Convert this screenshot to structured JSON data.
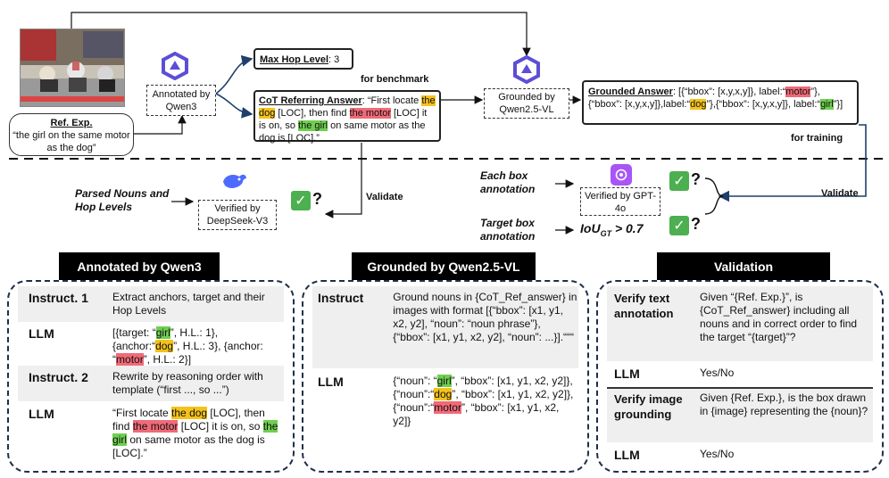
{
  "ref_exp": {
    "label": "Ref. Exp.",
    "text": "“the girl on the same motor as the dog”"
  },
  "annotated_node": {
    "text": "Annotated by Qwen3"
  },
  "max_hop": {
    "label": "Max Hop Level",
    "value": ": 3",
    "note": "for benchmark"
  },
  "cot": {
    "label": "CoT Referring Answer",
    "p1": ": “First locate ",
    "dog": "the dog",
    "p2": " [LOC], then find ",
    "motor": "the motor",
    "p3": " [LOC] it is on, so ",
    "girl": "the girl",
    "p4": " on same motor as the dog is [LOC].”"
  },
  "grounded_node": {
    "text": "Grounded by Qwen2.5-VL"
  },
  "grounded_answer": {
    "label": "Grounded Answer",
    "p1": ": [{“bbox”: [x,y,x,y]}, label:“",
    "motor": "motor",
    "p2": "”},{“bbox”: [x,y,x,y]},label:“",
    "dog": "dog",
    "p3": "”},{“bbox”: [x,y,x,y]}, label:“",
    "girl": "girl",
    "p4": "”}]",
    "note": "for training"
  },
  "parsed": {
    "label": "Parsed Nouns and Hop Levels",
    "verifier": "Verified by DeepSeek-V3",
    "validate": "Validate"
  },
  "each_box": {
    "label": "Each box annotation",
    "verifier": "Verified by GPT-4o"
  },
  "target_box": {
    "label": "Target box annotation",
    "formula": "IoU",
    "sub": "GT",
    "cond": " > 0.7"
  },
  "validate_right": "Validate",
  "qmark": "?",
  "panel1": {
    "title": "Annotated by Qwen3",
    "r1": {
      "label": "Instruct. 1",
      "text": "Extract anchors, target and their Hop Levels"
    },
    "r2": {
      "label": "LLM",
      "a": "[{target: “",
      "girl": "girl",
      "b": "”, H.L.: 1}, {anchor:“",
      "dog": "dog",
      "c": "”, H.L.: 3}, {anchor: “",
      "motor": "motor",
      "d": "”, H.L.: 2}]"
    },
    "r3": {
      "label": "Instruct. 2",
      "text": "Rewrite by reasoning order with template (“first ..., so ...”)"
    },
    "r4": {
      "label": "LLM",
      "a": "“First locate ",
      "dog": "the dog",
      "b": " [LOC], then find ",
      "motor": "the motor",
      "c": " [LOC] it is on, so ",
      "girl": "the girl",
      "d": " on same motor as the dog is [LOC].”"
    }
  },
  "panel2": {
    "title": "Grounded by Qwen2.5-VL",
    "r1": {
      "label": "Instruct",
      "text": "Ground nouns in {CoT_Ref_answer} in images with format [{“bbox”: [x1, y1, x2, y2], “noun”: “noun phrase”}, {“bbox”: [x1, y1, x2, y2], “noun”: ...}].“““"
    },
    "r2": {
      "label": "LLM",
      "a": "{“noun”: “",
      "girl": "girl",
      "b": "”, “bbox”: [x1, y1, x2, y2]}, {“noun”:“",
      "dog": "dog",
      "c": "”, “bbox”: [x1, y1, x2, y2]}, {“noun”:“",
      "motor": "motor",
      "d": "”, “bbox”: [x1, y1, x2, y2]}"
    }
  },
  "panel3": {
    "title": "Validation",
    "r1": {
      "label": "Verify text annotation",
      "text": "Given “{Ref. Exp.}”, is {CoT_Ref_answer} including all nouns and in correct order to find the target “{target}”?"
    },
    "r2": {
      "label": "LLM",
      "text": "Yes/No"
    },
    "r3": {
      "label": "Verify image grounding",
      "text": "Given {Ref. Exp.}, is the box drawn in {image} representing the {noun}?"
    },
    "r4": {
      "label": "LLM",
      "text": "Yes/No"
    }
  },
  "colors": {
    "yellow": "#f5c21b",
    "red": "#f06a78",
    "green": "#6fcf4f",
    "panel_border": "#1f2f4a"
  }
}
